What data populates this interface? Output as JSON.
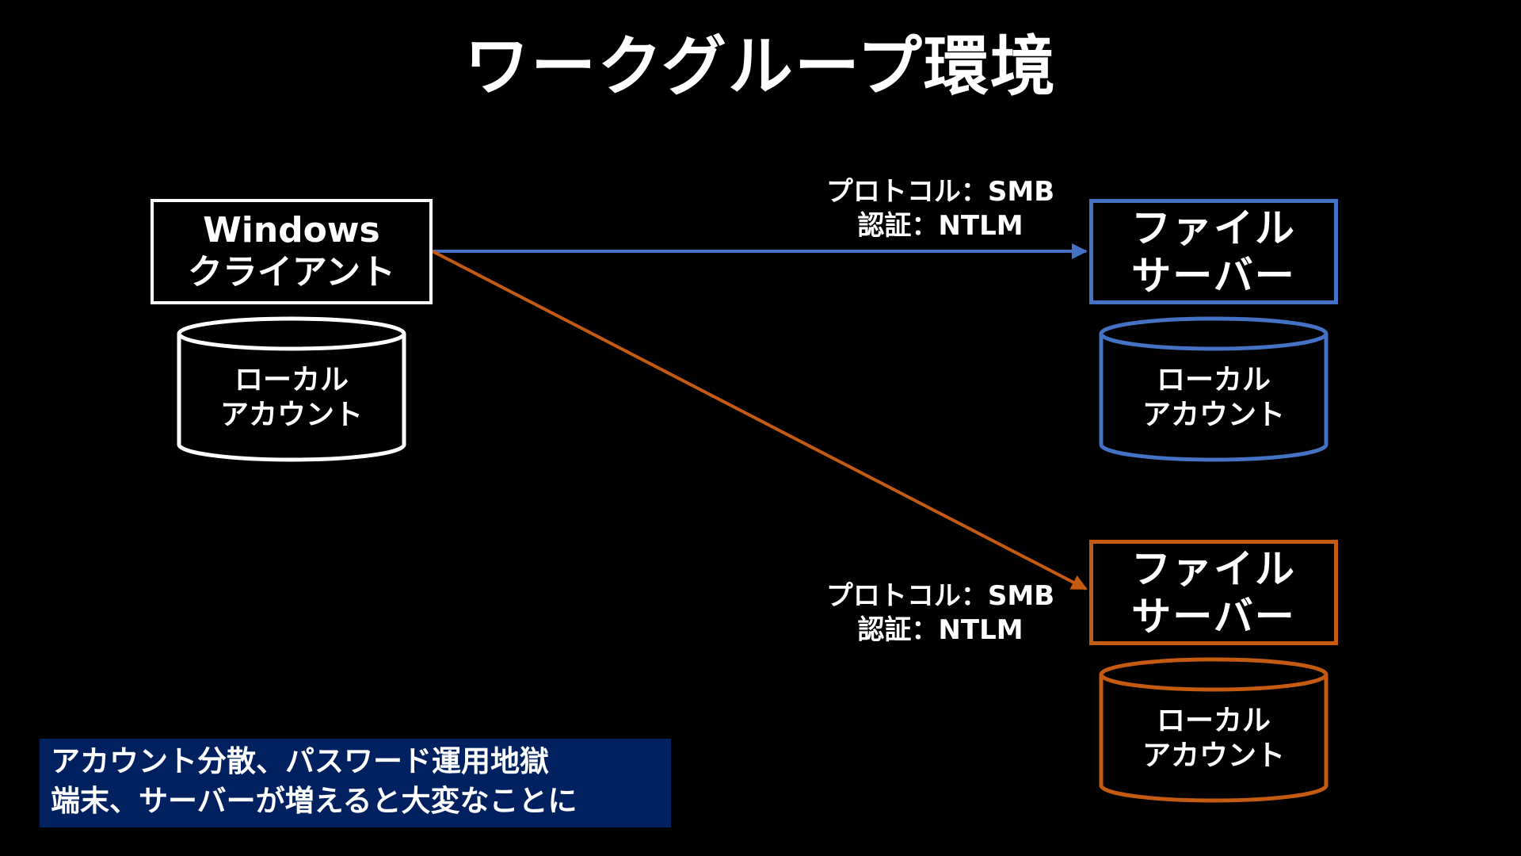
{
  "title": "ワークグループ環境",
  "client": {
    "line1": "Windows",
    "line2": "クライアント",
    "db_line1": "ローカル",
    "db_line2": "アカウント"
  },
  "servers": [
    {
      "line1": "ファイル",
      "line2": "サーバー",
      "db_line1": "ローカル",
      "db_line2": "アカウント",
      "color": "#4472c4",
      "protocol": "プロトコル：SMB",
      "auth": "認証：NTLM"
    },
    {
      "line1": "ファイル",
      "line2": "サーバー",
      "db_line1": "ローカル",
      "db_line2": "アカウント",
      "color": "#c55a11",
      "protocol": "プロトコル：SMB",
      "auth": "認証：NTLM"
    }
  ],
  "note": {
    "line1": "アカウント分散、パスワード運用地獄",
    "line2": "端末、サーバーが増えると大変なことに",
    "background": "#002060"
  },
  "colors": {
    "background": "#000000",
    "client": "#ffffff",
    "blue": "#4472c4",
    "orange": "#c55a11"
  }
}
